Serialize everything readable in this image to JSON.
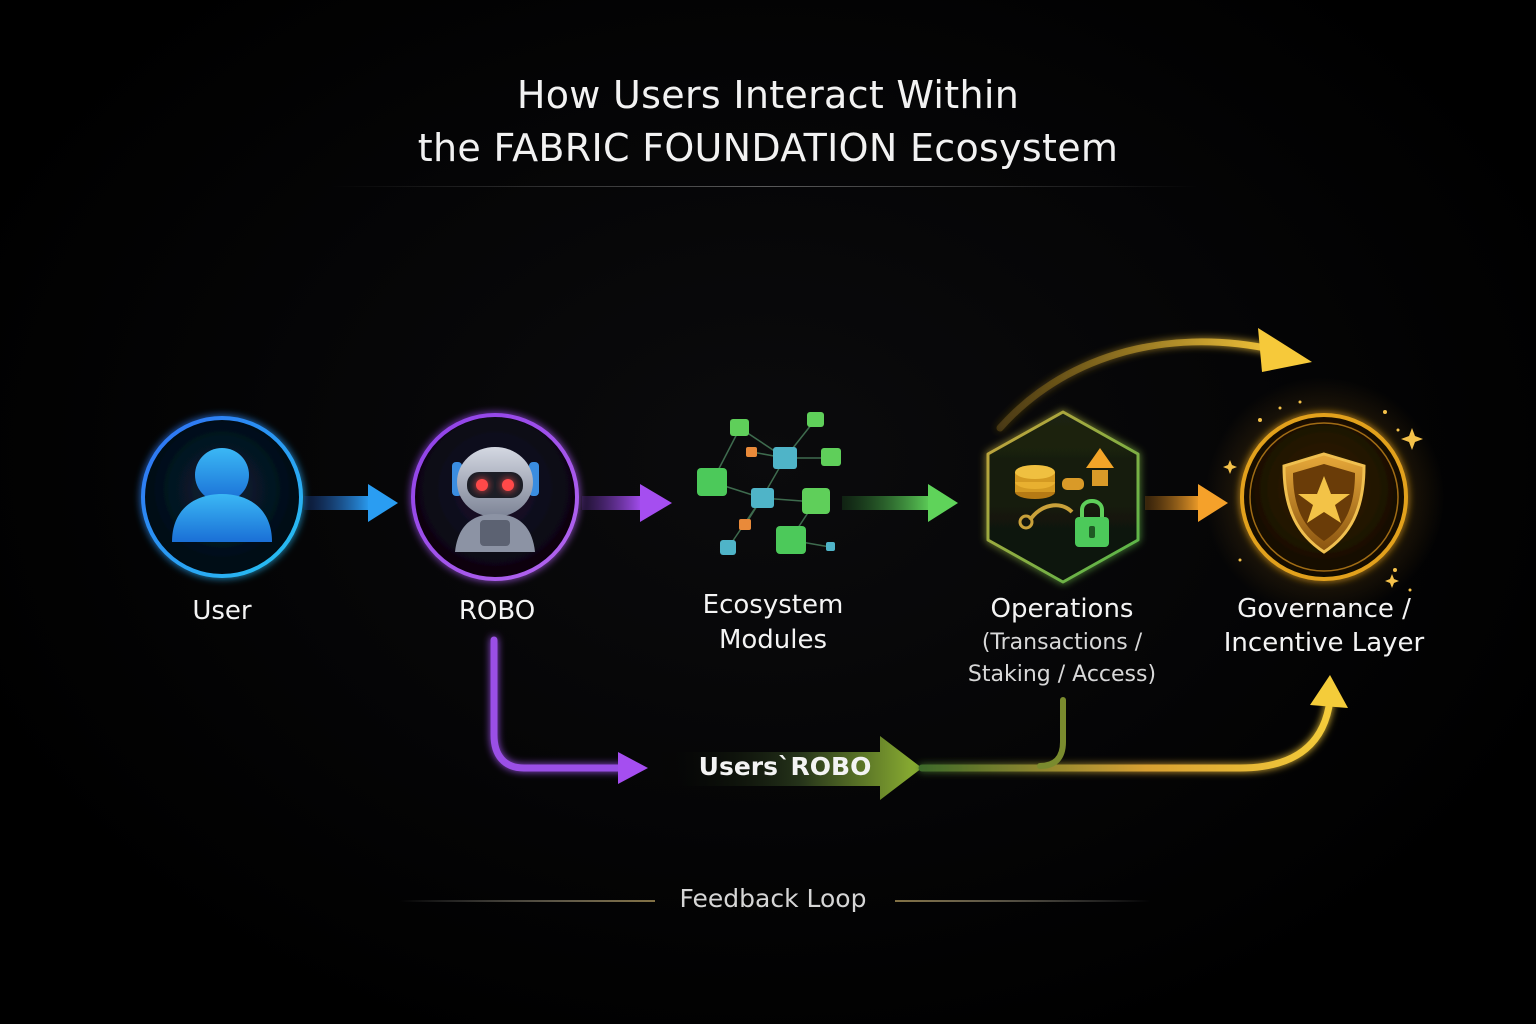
{
  "title": {
    "line1": "How Users Interact Within",
    "line2": "the FABRIC FOUNDATION Ecosystem"
  },
  "nodes": [
    {
      "label": "User",
      "icon": "user-icon",
      "color": "#2aa8f0"
    },
    {
      "label": "ROBO",
      "icon": "robot-icon",
      "color": "#9b4fe0"
    },
    {
      "label_line1": "Ecosystem",
      "label_line2": "Modules",
      "icon": "network-modules-icon",
      "color": "#4cc95a"
    },
    {
      "label": "Operations",
      "sub_line1": "(Transactions /",
      "sub_line2": "Staking / Access)",
      "icon": "operations-hexagon-icon",
      "color": "#6fae2f"
    },
    {
      "label_line1": "Governance /",
      "label_line2": "Incentive Layer",
      "icon": "shield-star-icon",
      "color": "#f0a81c"
    }
  ],
  "loop_pill": {
    "label": "Users`ROBO"
  },
  "footer": {
    "label": "Feedback Loop"
  }
}
